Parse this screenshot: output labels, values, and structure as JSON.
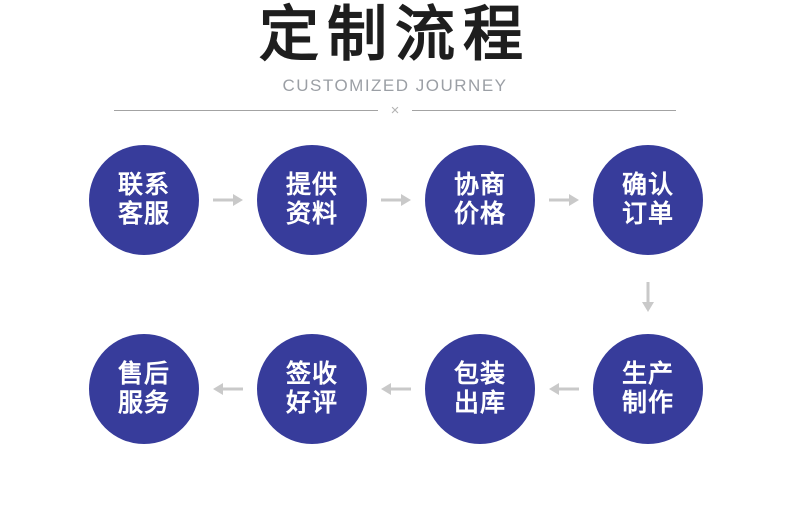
{
  "header": {
    "title": "定制流程",
    "subtitle": "CUSTOMIZED JOURNEY",
    "divider_mark": "×"
  },
  "flow": {
    "row1": [
      {
        "line1": "联系",
        "line2": "客服"
      },
      {
        "line1": "提供",
        "line2": "资料"
      },
      {
        "line1": "协商",
        "line2": "价格"
      },
      {
        "line1": "确认",
        "line2": "订单"
      }
    ],
    "row2": [
      {
        "line1": "生产",
        "line2": "制作"
      },
      {
        "line1": "包装",
        "line2": "出库"
      },
      {
        "line1": "签收",
        "line2": "好评"
      },
      {
        "line1": "售后",
        "line2": "服务"
      }
    ],
    "icons": {
      "arrow_right": "→",
      "arrow_left": "←",
      "arrow_down": "↓"
    }
  },
  "colors": {
    "circle_fill": "#373c9b",
    "circle_text": "#ffffff",
    "arrow_gray": "#c9c9c9",
    "title_black": "#1e1e1e",
    "subtitle_gray": "#9b9fa5",
    "divider_gray": "#a3a3a3"
  }
}
